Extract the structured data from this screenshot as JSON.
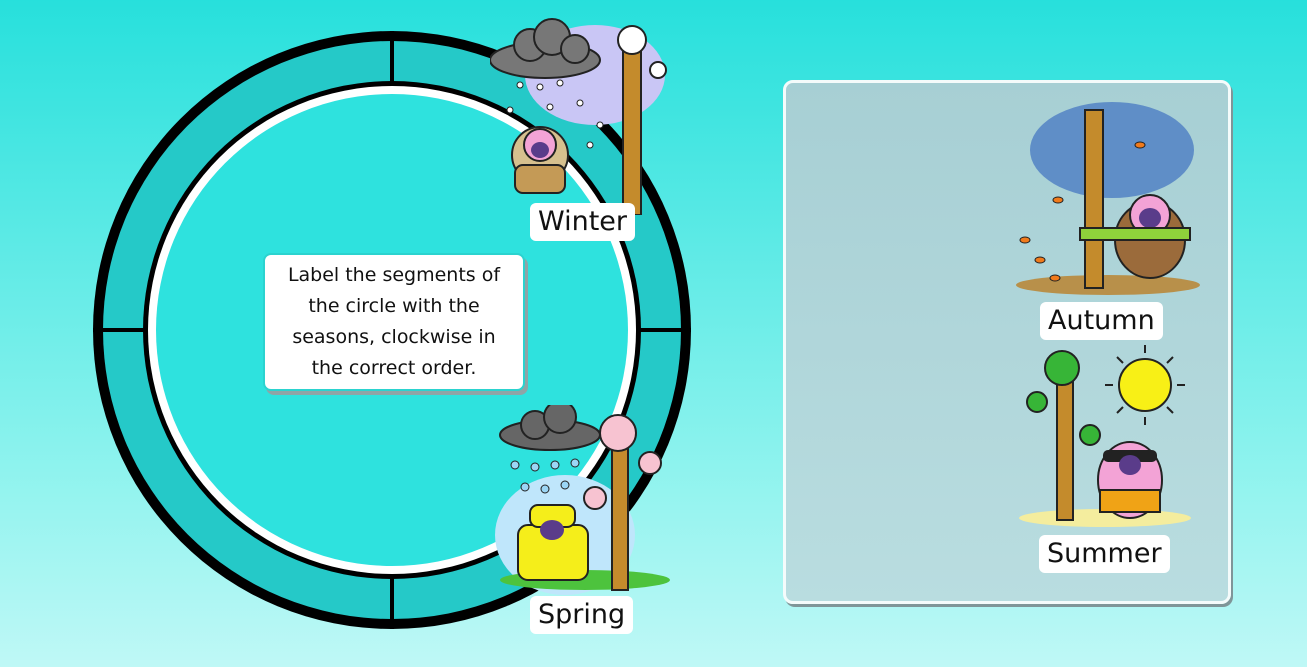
{
  "instruction": {
    "line1": "Label the segments of",
    "line2": "the circle with the",
    "line3": "seasons, clockwise in",
    "line4": "the correct order."
  },
  "seasons": {
    "winter": {
      "label": "Winter"
    },
    "spring": {
      "label": "Spring"
    },
    "autumn": {
      "label": "Autumn"
    },
    "summer": {
      "label": "Summer"
    }
  },
  "colors": {
    "background_top": "#27e0dc",
    "ring_fill": "#25c9c8",
    "ring_outline": "#000000",
    "tray_fill": "#a7cfd4"
  },
  "icons": [
    "snow-cloud-icon",
    "rain-cloud-icon",
    "sun-icon",
    "tree-icon",
    "character-icon"
  ]
}
